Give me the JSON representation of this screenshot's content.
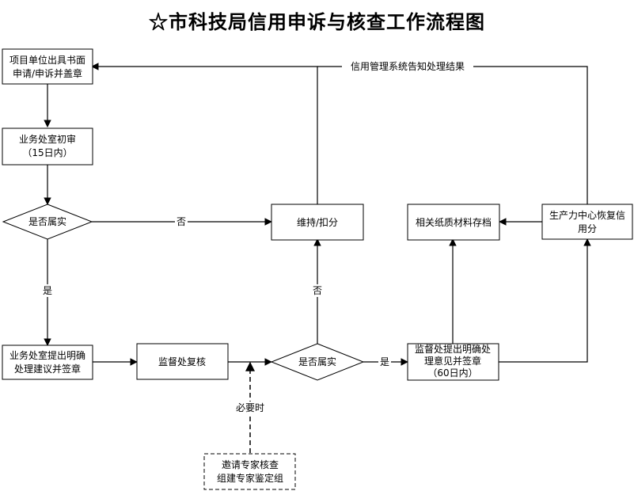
{
  "title": "☆市科技局信用申诉与核查工作流程图",
  "nodes": {
    "apply": [
      "项目单位出具书面",
      "申请/申诉并盖章"
    ],
    "initial_review": [
      "业务处室初审",
      "（15日内）"
    ],
    "decision1": "是否属实",
    "maintain": "维持/扣分",
    "archive": "相关纸质材料存档",
    "restore": [
      "生产力中心恢复信",
      "用分"
    ],
    "propose": [
      "业务处室提出明确",
      "处理建议并签章"
    ],
    "supervise_review": "监督处复核",
    "decision2": "是否属实",
    "supervise_opinion": [
      "监督处提出明确处",
      "理意见并签章",
      "（60日内）"
    ],
    "experts": [
      "邀请专家核查",
      "组建专家鉴定组"
    ]
  },
  "edges": {
    "notify": "信用管理系统告知处理结果",
    "no1": "否",
    "yes1": "是",
    "no2": "否",
    "yes2": "是",
    "when_needed": "必要时"
  }
}
